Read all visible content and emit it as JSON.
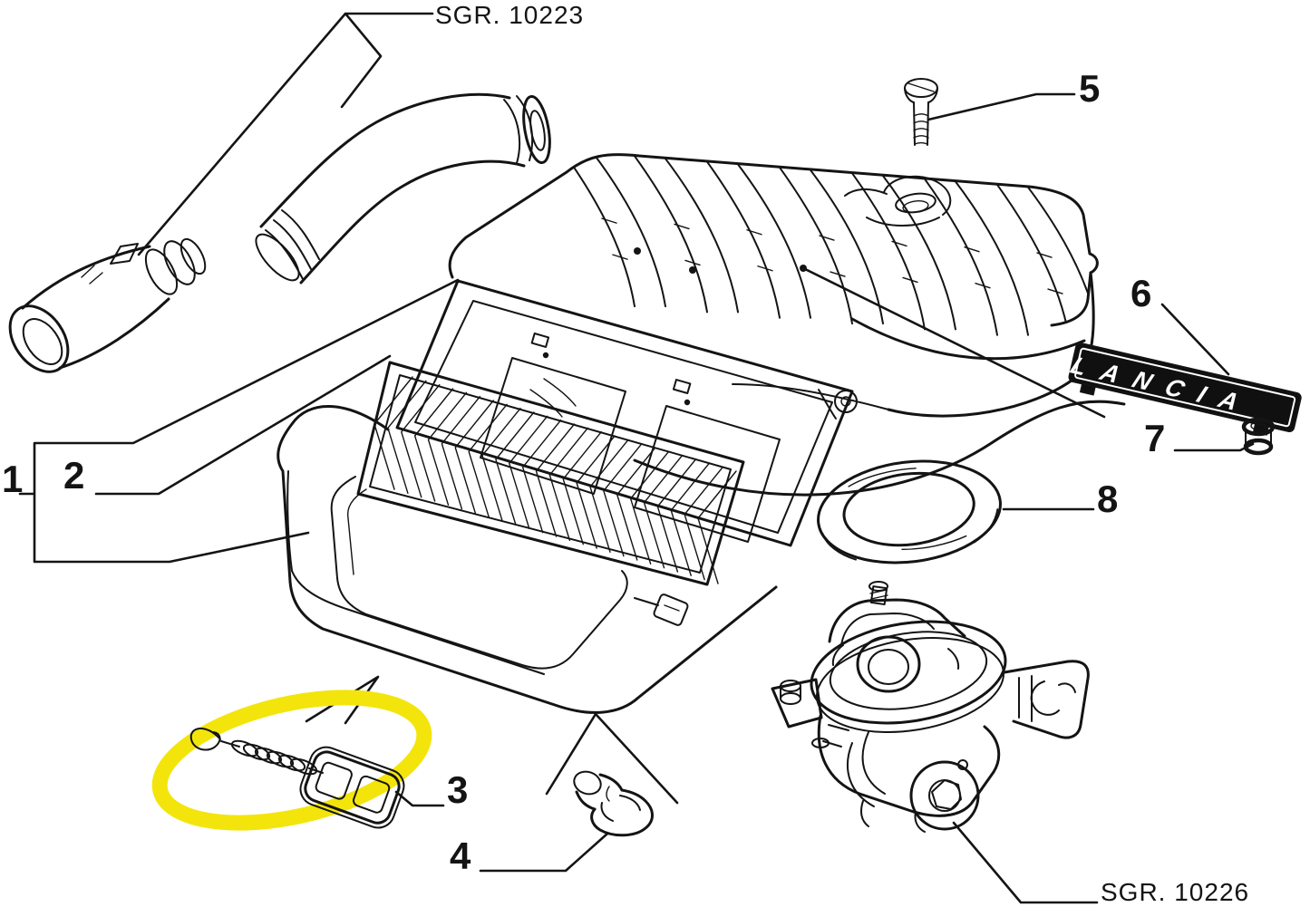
{
  "diagram": {
    "title_hint": "exploded-parts-diagram",
    "group_labels": {
      "top": "SGR. 10223",
      "bottom": "SGR. 10226"
    },
    "part_labels": {
      "n1": "1",
      "n2": "2",
      "n3": "3",
      "n4": "4",
      "n5": "5",
      "n6": "6",
      "n7": "7",
      "n8": "8"
    },
    "badge": {
      "text": "LANCIA"
    },
    "colors": {
      "line": "#141414",
      "highlight": "#f3e50b",
      "badge_bg": "#101010",
      "badge_fg": "#ffffff",
      "background": "#ffffff"
    }
  }
}
